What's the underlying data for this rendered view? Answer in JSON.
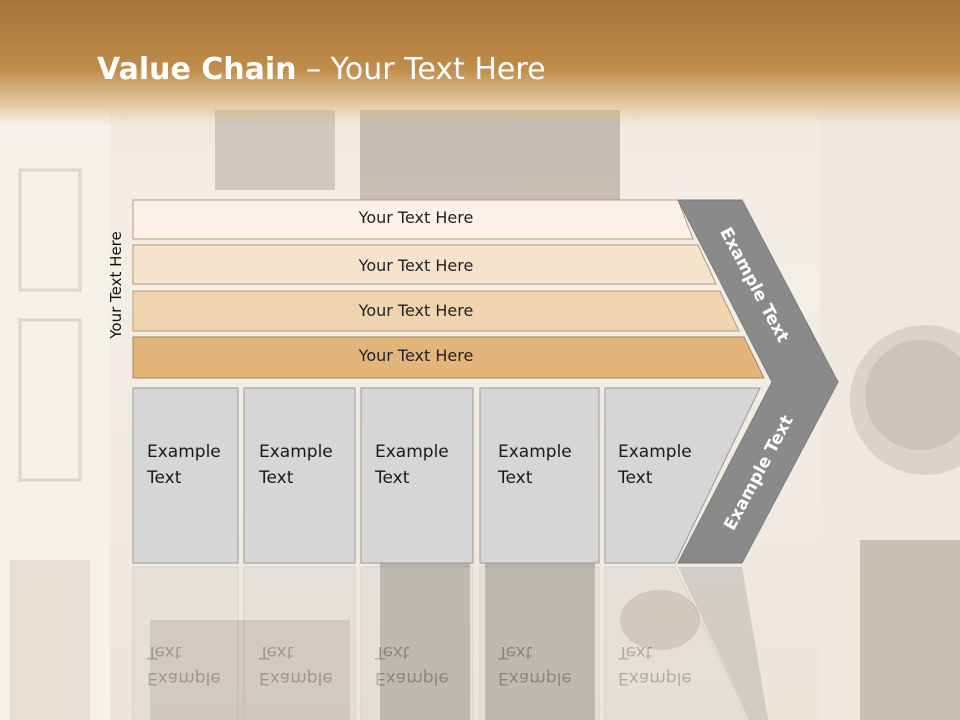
{
  "slide": {
    "title_bold": "Value Chain",
    "title_rest": " – Your Text Here",
    "side_label": "Your Text Here"
  },
  "bars": [
    {
      "label": "Your Text Here",
      "color": "#fbf1e6"
    },
    {
      "label": "Your Text Here",
      "color": "#f6e3cc"
    },
    {
      "label": "Your Text Here",
      "color": "#f0d4b0"
    },
    {
      "label": "Your Text Here",
      "color": "#e3b57b"
    }
  ],
  "cells": [
    {
      "label": "Example\nText"
    },
    {
      "label": "Example\nText"
    },
    {
      "label": "Example\nText"
    },
    {
      "label": "Example\nText"
    },
    {
      "label": "Example\nText"
    }
  ],
  "chevron": {
    "upper_label": "Example Text",
    "lower_label": "Example Text",
    "color": "#8a8a8a"
  },
  "colors": {
    "header": "#b07f42",
    "cell_fill": "#d6d6d6",
    "cell_border": "#9a9a9a"
  }
}
